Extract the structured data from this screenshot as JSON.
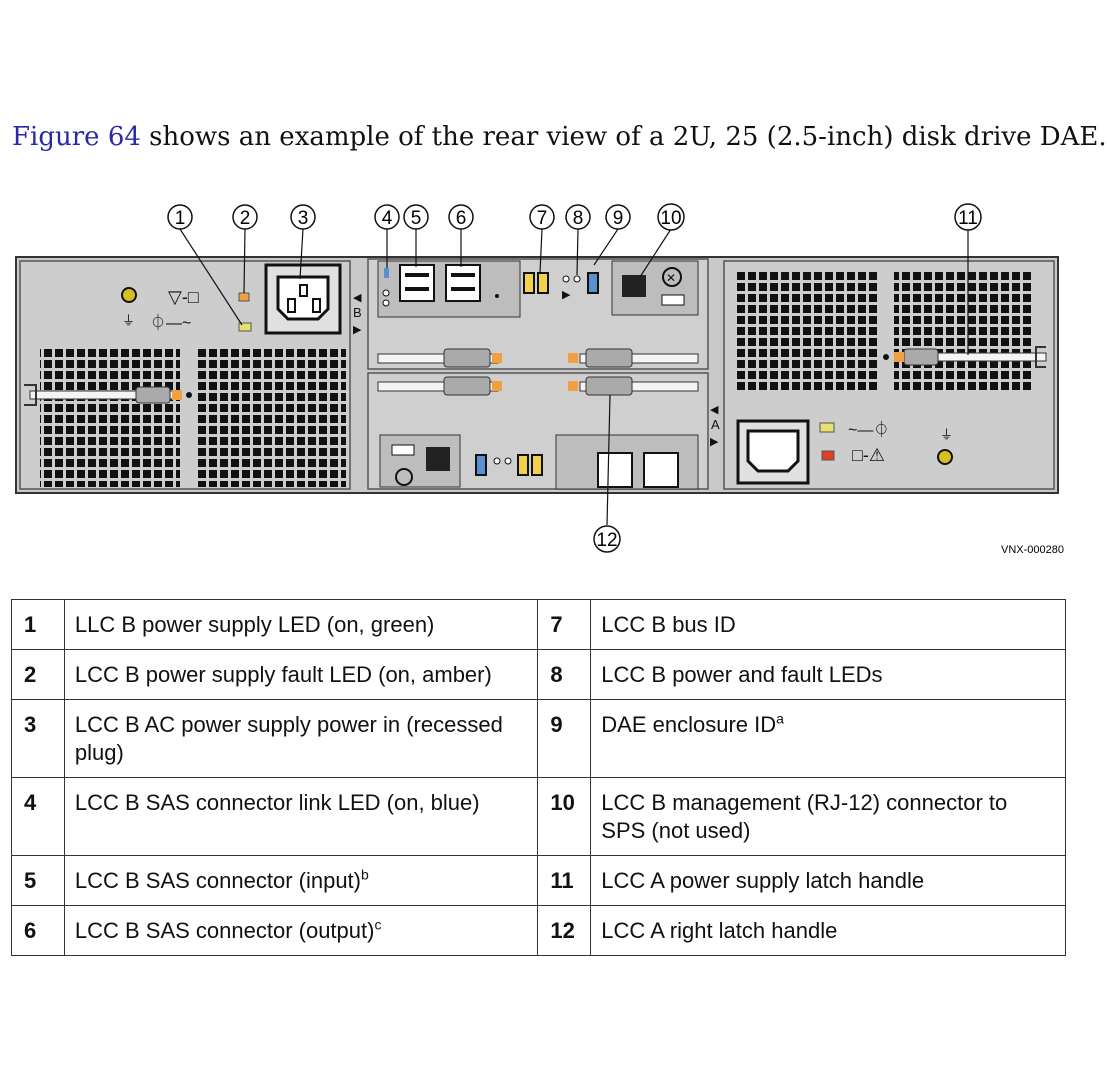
{
  "intro": {
    "figure_ref": "Figure 64",
    "text": " shows an example of the rear view of a 2U, 25 (2.5-inch) disk drive DAE."
  },
  "diagram": {
    "code": "VNX-000280",
    "callouts": [
      "1",
      "2",
      "3",
      "4",
      "5",
      "6",
      "7",
      "8",
      "9",
      "10",
      "11",
      "12"
    ],
    "labels": {
      "bay_b": "B",
      "bay_a": "A"
    }
  },
  "legend": {
    "rows": [
      {
        "left_num": "1",
        "left_text": "LLC B power supply LED (on, green)",
        "left_sup": "",
        "right_num": "7",
        "right_text": "LCC B bus ID",
        "right_sup": ""
      },
      {
        "left_num": "2",
        "left_text": "LCC B power supply fault LED (on, amber)",
        "left_sup": "",
        "right_num": "8",
        "right_text": "LCC B power and fault LEDs",
        "right_sup": ""
      },
      {
        "left_num": "3",
        "left_text": "LCC B AC power supply power in (recessed plug)",
        "left_sup": "",
        "right_num": "9",
        "right_text": "DAE enclosure ID",
        "right_sup": "a"
      },
      {
        "left_num": "4",
        "left_text": "LCC B SAS connector link LED (on, blue)",
        "left_sup": "",
        "right_num": "10",
        "right_text": "LCC B management (RJ-12) connector to SPS (not used)",
        "right_sup": ""
      },
      {
        "left_num": "5",
        "left_text": "LCC B SAS connector (input)",
        "left_sup": "b",
        "right_num": "11",
        "right_text": "LCC A power supply latch handle",
        "right_sup": ""
      },
      {
        "left_num": "6",
        "left_text": "LCC B SAS connector (output)",
        "left_sup": "c",
        "right_num": "12",
        "right_text": "LCC A right latch handle",
        "right_sup": ""
      }
    ]
  },
  "colors": {
    "figure_link": "#2a2aa8",
    "chassis": "#c8c8c8",
    "led_green": "#e8e070",
    "led_amber": "#f0a040",
    "led_red": "#e04020",
    "led_blue": "#5a8fd0"
  }
}
